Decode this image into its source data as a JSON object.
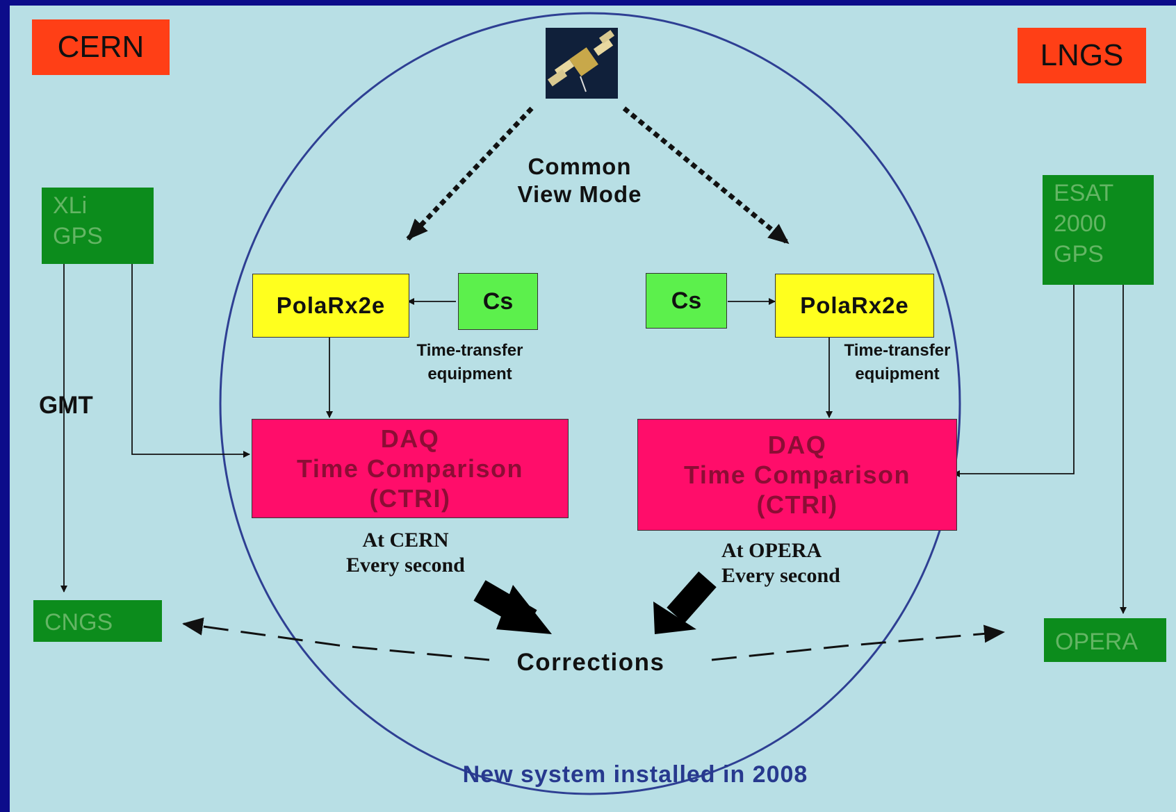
{
  "sites": {
    "cern": "CERN",
    "lngs": "LNGS"
  },
  "left": {
    "gps_line1": "XLi",
    "gps_line2": "GPS",
    "output": "CNGS",
    "gmt": "GMT"
  },
  "right": {
    "gps_line1": "ESAT",
    "gps_line2": "2000",
    "gps_line3": "GPS",
    "output": "OPERA"
  },
  "satellite": {
    "icon": "satellite-icon"
  },
  "common_view": {
    "line1": "Common",
    "line2": "View Mode"
  },
  "receivers": {
    "left": "PolaRx2e",
    "right": "PolaRx2e"
  },
  "clocks": {
    "left": "Cs",
    "right": "Cs"
  },
  "time_transfer": {
    "line1": "Time-transfer",
    "line2": "equipment"
  },
  "daq": {
    "line1": "DAQ",
    "line2": "Time Comparison",
    "line3": "(CTRI)"
  },
  "at_cern": {
    "line1": "At CERN",
    "line2": "Every second"
  },
  "at_opera": {
    "line1": "At OPERA",
    "line2": "Every second"
  },
  "corrections": "Corrections",
  "footer": "New system installed in 2008",
  "colors": {
    "background": "#b8dfe5",
    "frame": "#0c0c8a",
    "site": "#ff3f16",
    "gps": "#0c8c1c",
    "receiver": "#ffff1e",
    "clock": "#5cf04c",
    "daq": "#ff0d6a",
    "circle": "#2e3f93"
  }
}
